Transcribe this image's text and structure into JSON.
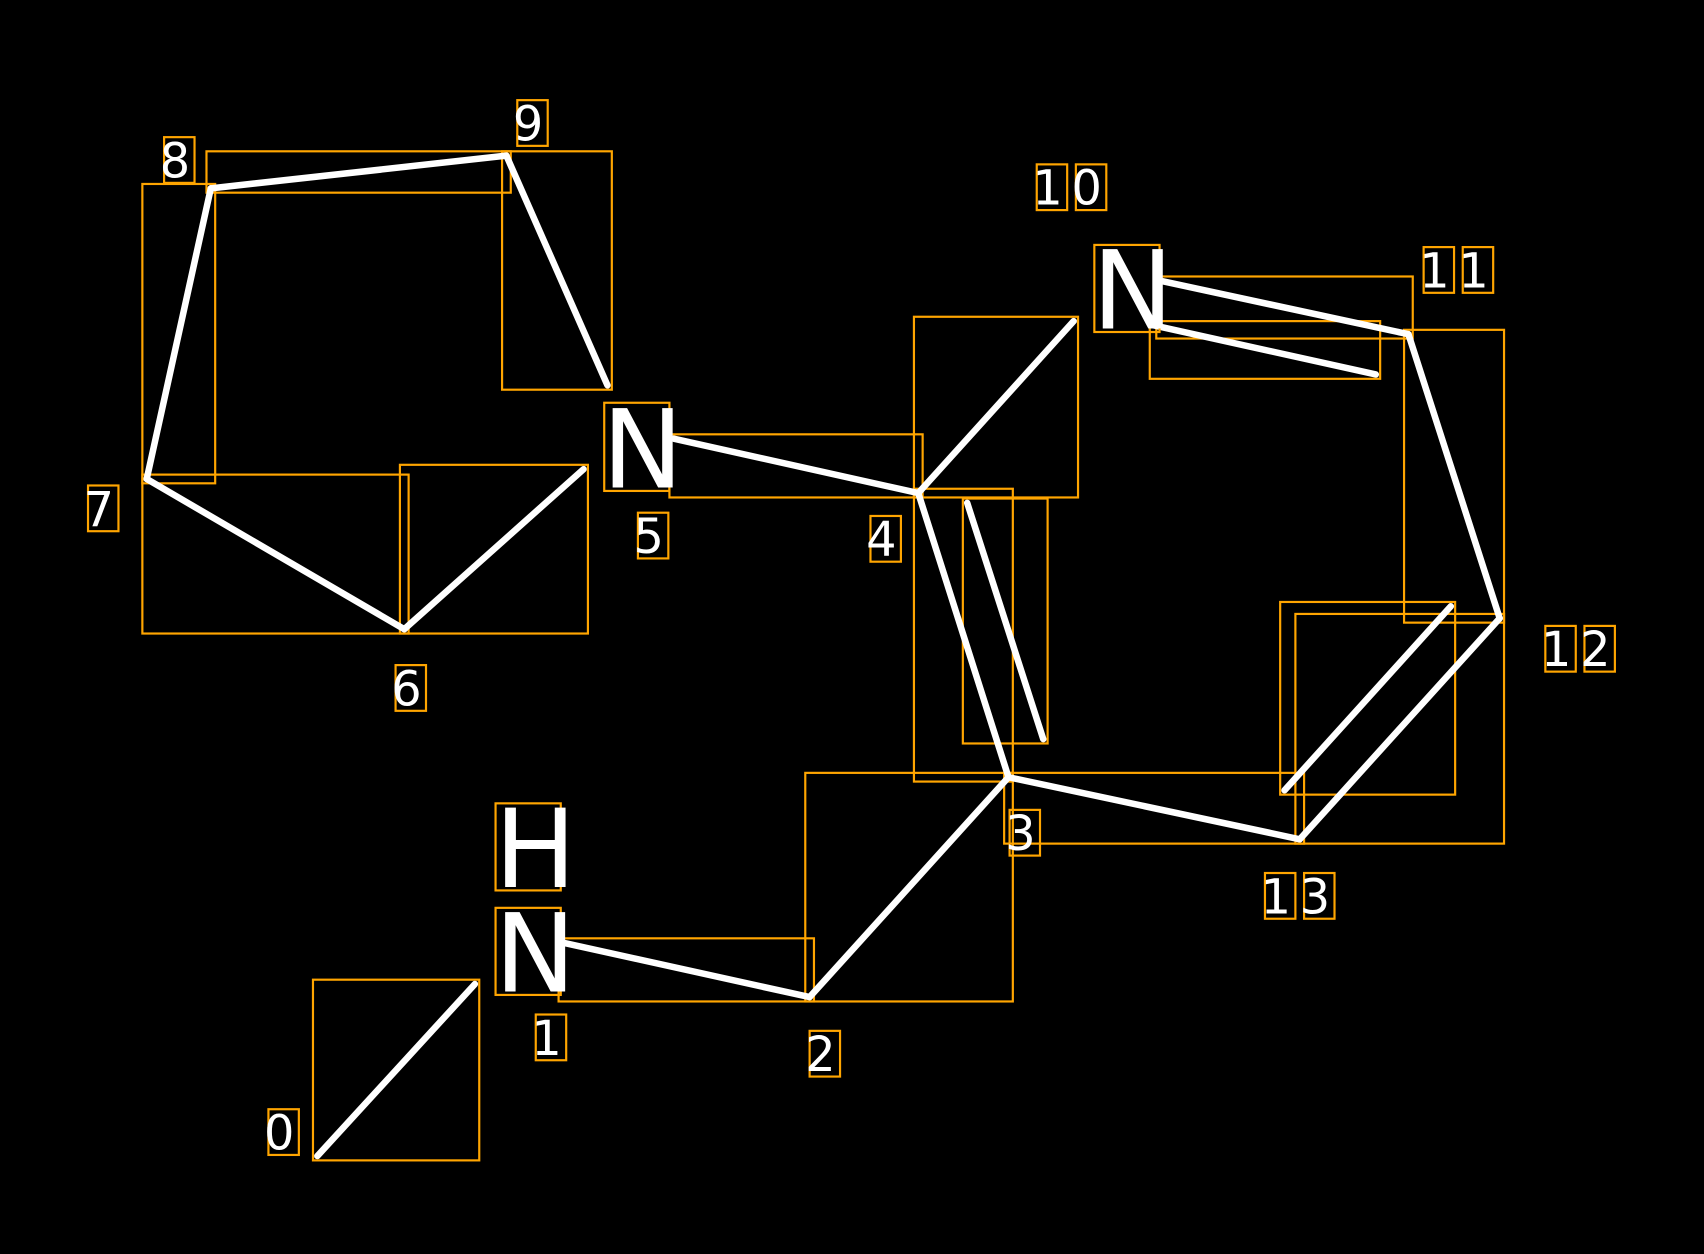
{
  "colors": {
    "background": "#000000",
    "bond": "#FFFFFF",
    "box": "#FFA500"
  },
  "atom_labels": {
    "nh_h": "H",
    "nh_n": "N",
    "n5": "N",
    "n10": "N"
  },
  "index_labels": [
    "0",
    "1",
    "2",
    "3",
    "4",
    "5",
    "6",
    "7",
    "8",
    "9",
    "10",
    "11",
    "12",
    "13"
  ]
}
